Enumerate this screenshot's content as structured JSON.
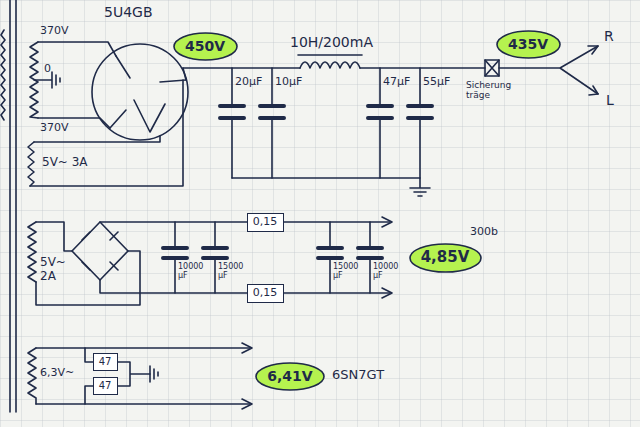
{
  "diagram": {
    "nodes": [
      {
        "text": [
          "450V"
        ]
      },
      {
        "text": [
          "435V"
        ]
      },
      {
        "text": [
          "0,15"
        ]
      },
      {
        "text": [
          "0,15"
        ]
      },
      {
        "text": [
          "4,85V"
        ]
      },
      {
        "text": [
          "47"
        ]
      },
      {
        "text": [
          "47"
        ]
      },
      {
        "text": [
          "6,41V"
        ]
      }
    ],
    "labels": [
      "5U4GB",
      "370V",
      "0",
      "370V",
      "5V~ 3A",
      "10H/200mA",
      "20μF",
      "10μF",
      "47μF",
      "55μF",
      "Sicherung träge",
      "R",
      "L",
      "5V~ 2A",
      "10000 μF",
      "15000 μF",
      "15000 μF",
      "10000 μF",
      "300b",
      "6,3V~",
      "6SN7GT"
    ]
  }
}
